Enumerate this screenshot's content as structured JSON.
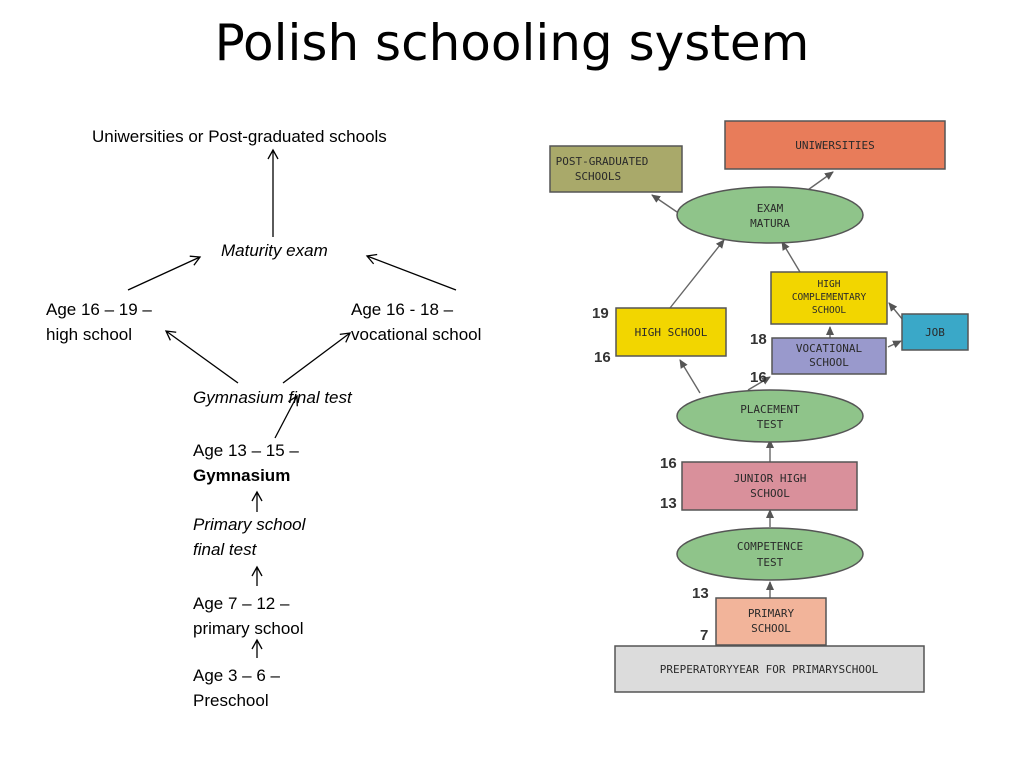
{
  "title": "Polish schooling system",
  "left": {
    "universities": "Uniwersities or Post-graduated schools",
    "maturity_exam": "Maturity exam",
    "high_school_line1": "Age 16 – 19 –",
    "high_school_line2": "high school",
    "vocational_line1": "Age 16 - 18 –",
    "vocational_line2": "vocational school",
    "gymnasium_test": "Gymnasium final test",
    "gymnasium_line1": "Age 13 – 15 –",
    "gymnasium_line2": "Gymnasium",
    "primary_test_line1": "Primary school",
    "primary_test_line2": "final test",
    "primary_line1": "Age 7 – 12  –",
    "primary_line2": "primary school",
    "preschool_line1": "Age 3 – 6  –",
    "preschool_line2": "Preschool"
  },
  "right": {
    "universities": "UNIWERSITIES",
    "post_graduated_line1": "POST-GRADUATED",
    "post_graduated_line2": "SCHOOLS",
    "exam_line1": "EXAM",
    "exam_line2": "MATURA",
    "high_comp_line1": "HIGH",
    "high_comp_line2": "COMPLEMENTARY",
    "high_comp_line3": "SCHOOL",
    "high_school": "HIGH SCHOOL",
    "job": "JOB",
    "vocational_line1": "VOCATIONAL",
    "vocational_line2": "SCHOOL",
    "placement_line1": "PLACEMENT",
    "placement_line2": "TEST",
    "junior_line1": "JUNIOR HIGH",
    "junior_line2": "SCHOOL",
    "competence_line1": "COMPETENCE",
    "competence_line2": "TEST",
    "primary_line1": "PRIMARY",
    "primary_line2": "SCHOOL",
    "preparatory": "PREPERATORYYEAR FOR PRIMARYSCHOOL",
    "age_19": "19",
    "age_16_high": "16",
    "age_18": "18",
    "age_16_voc": "16",
    "age_16_junior": "16",
    "age_13_junior": "13",
    "age_13_primary": "13",
    "age_7": "7"
  },
  "colors": {
    "universities": "#e87c5a",
    "post_graduated": "#a9a96a",
    "ellipse": "#8fc48a",
    "high_school": "#f2d600",
    "job": "#3aa8c8",
    "vocational": "#9999cc",
    "junior_high": "#d9909b",
    "primary": "#f2b49a",
    "preparatory": "#dcdcdc",
    "connector": "#666666"
  }
}
